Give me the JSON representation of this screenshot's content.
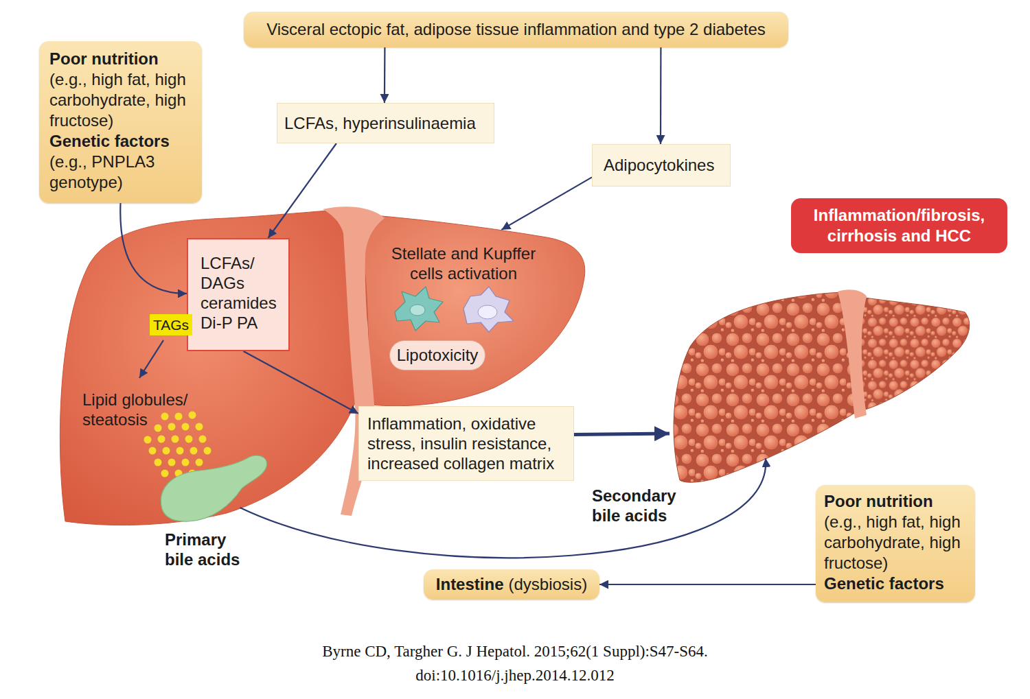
{
  "diagram": {
    "nodes": [
      {
        "text": [
          "Poor nutrition",
          "(e.g., high fat, high carbohydrate, high fructose)",
          "Genetic factors",
          "(e.g., PNPLA3 genotype)"
        ]
      },
      {
        "text": [
          "Visceral ectopic fat, adipose tissue inflammation and type 2 diabetes"
        ]
      },
      {
        "text": [
          "LCFAs, hyperinsulinaemia"
        ]
      },
      {
        "text": [
          "Adipocytokines"
        ]
      },
      {
        "text": [
          "Inflammation/fibrosis, cirrhosis and HCC"
        ]
      },
      {
        "text": [
          "Stellate and Kupffer cells activation",
          "Lipid globules/ steatosis"
        ]
      },
      {
        "text": [
          "LCFAs/ DAGs ceramides Di-P PA"
        ],
        "in": 5
      },
      {
        "text": [
          "TAGs"
        ],
        "in": 5
      },
      {
        "text": [
          "Lipotoxicity"
        ],
        "in": 5
      },
      {
        "text": [
          "Inflammation, oxidative stress, insulin resistance, increased collagen matrix"
        ]
      },
      {
        "text": [
          "Secondary bile acids"
        ]
      },
      {
        "text": [
          "Primary bile acids"
        ]
      },
      {
        "text": [
          "Poor nutrition",
          "(e.g., high fat, high carbohydrate, high fructose)",
          "Genetic factors"
        ]
      },
      {
        "text": [
          "Intestine",
          "(dysbiosis)"
        ]
      }
    ],
    "edges": [
      {
        "from": 0,
        "to": 6,
        "arrow": "to"
      },
      {
        "from": 1,
        "to": 2,
        "arrow": "to"
      },
      {
        "from": 1,
        "to": 3,
        "arrow": "to"
      },
      {
        "from": 2,
        "to": 6,
        "arrow": "to"
      },
      {
        "from": 3,
        "to": 5,
        "arrow": "to"
      },
      {
        "from": 6,
        "to": 9,
        "arrow": "to"
      },
      {
        "from": 9,
        "to": 10,
        "arrow": "to"
      },
      {
        "from": 11,
        "to": 10,
        "arrow": "to"
      },
      {
        "from": 12,
        "to": 13,
        "arrow": "to"
      }
    ],
    "labels": [
      "Byrne CD, Targher G. J Hepatol. 2015;62(1 Suppl):S47-S64.",
      "doi:10.1016/j.jhep.2014.12.012"
    ]
  }
}
